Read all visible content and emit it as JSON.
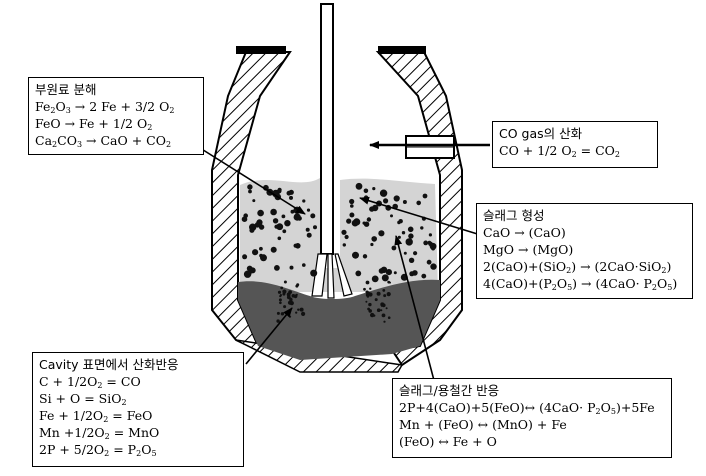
{
  "box_decomposition": {
    "title": "부원료 분해",
    "lines": [
      [
        "Fe",
        "2",
        "O",
        "3",
        " → 2 Fe + 3/2 O",
        "2",
        ""
      ],
      [
        "FeO →  Fe + 1/2 O",
        "2",
        ""
      ],
      [
        "Ca",
        "2",
        "CO",
        "3",
        " → CaO + CO",
        "2",
        ""
      ]
    ]
  },
  "box_co_gas": {
    "title": "CO gas의 산화",
    "lines": [
      [
        "CO + 1/2 O",
        "2",
        " = CO",
        "2",
        ""
      ]
    ]
  },
  "box_slag": {
    "title": "슬래그 형성",
    "lines": [
      [
        "CaO → (CaO)"
      ],
      [
        "MgO → (MgO)"
      ],
      [
        "2(CaO)+(SiO",
        "2",
        ") → (2CaO·SiO",
        "2",
        ")"
      ],
      [
        "4(CaO)+(P",
        "2",
        "O",
        "5",
        ") → (4CaO· P",
        "2",
        "O",
        "5",
        ")"
      ]
    ]
  },
  "box_cavity": {
    "title": "Cavity 표면에서 산화반응",
    "lines": [
      [
        "C + 1/2O",
        "2",
        " = CO"
      ],
      [
        "Si + O = SiO",
        "2",
        ""
      ],
      [
        "Fe + 1/2O",
        "2",
        " = FeO"
      ],
      [
        "Mn +1/2O",
        "2",
        " = MnO"
      ],
      [
        "2P + 5/2O",
        "2",
        " = P",
        "2",
        "O",
        "5",
        ""
      ]
    ]
  },
  "box_slag_metal": {
    "title": "슬래그/용철간 반응",
    "lines": [
      [
        "2P+4(CaO)+5(FeO)↔ (4CaO· P",
        "2",
        "O",
        "5",
        ")+5Fe"
      ],
      [
        "Mn + (FeO) ↔ (MnO) + Fe"
      ],
      [
        "(FeO) ↔ Fe + O"
      ]
    ]
  },
  "colors": {
    "slag": "#d4d4d4",
    "metal": "#555555",
    "particle": "#111111",
    "wall_hatch": "#000000"
  }
}
